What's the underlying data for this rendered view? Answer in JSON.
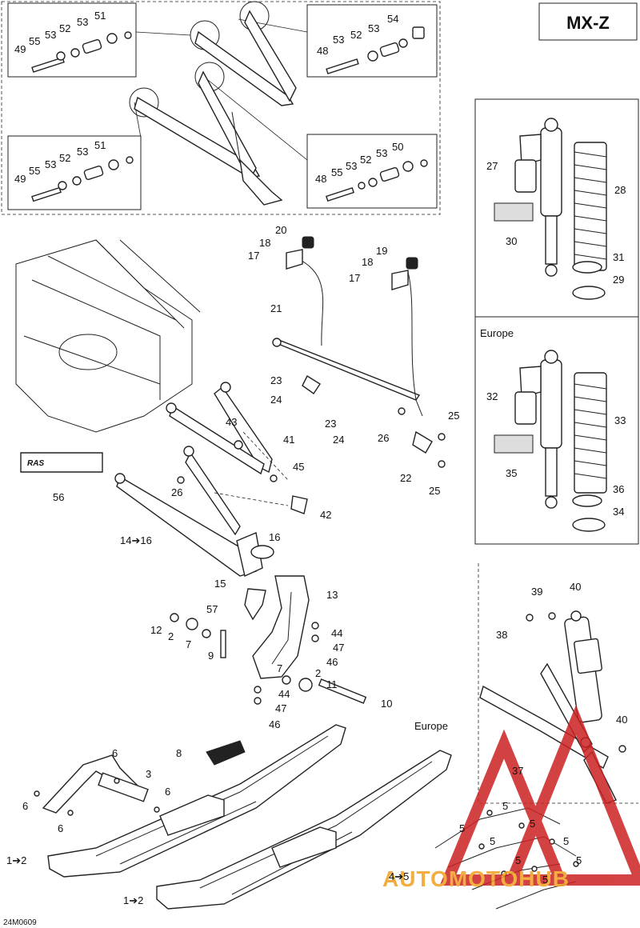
{
  "title": "MX-Z",
  "drawing_code": "24M0609",
  "watermark_text": "AUTOMOTOHUB",
  "europe_labels": [
    "Europe",
    "Europe"
  ],
  "part_labels": {
    "p1": "49",
    "p2": "55",
    "p3": "53",
    "p4": "52",
    "p5": "53",
    "p6": "51",
    "p7": "48",
    "p8": "53",
    "p9": "52",
    "p10": "53",
    "p11": "54",
    "p12": "49",
    "p13": "55",
    "p14": "53",
    "p15": "52",
    "p16": "53",
    "p17": "51",
    "p18": "48",
    "p19": "55",
    "p20": "53",
    "p21": "52",
    "p22": "53",
    "p23": "50",
    "p24": "27",
    "p25": "28",
    "p26": "30",
    "p27": "31",
    "p28": "29",
    "p29": "32",
    "p30": "33",
    "p31": "35",
    "p32": "36",
    "p33": "34",
    "p34": "20",
    "p35": "18",
    "p36": "17",
    "p37": "19",
    "p38": "18",
    "p39": "17",
    "p40": "21",
    "p41": "23",
    "p42": "24",
    "p43": "23",
    "p44": "24",
    "p45": "26",
    "p46": "25",
    "p47": "22",
    "p48": "25",
    "p49": "43",
    "p50": "41",
    "p51": "45",
    "p52": "56",
    "p53": "26",
    "p54": "42",
    "p55": "14➔16",
    "p56": "16",
    "p57": "15",
    "p58": "13",
    "p59": "57",
    "p60": "12",
    "p61": "2",
    "p62": "7",
    "p63": "9",
    "p64": "44",
    "p65": "47",
    "p66": "46",
    "p67": "7",
    "p68": "2",
    "p69": "11",
    "p70": "44",
    "p71": "47",
    "p72": "46",
    "p73": "10",
    "p74": "8",
    "p75": "6",
    "p76": "3",
    "p77": "6",
    "p78": "6",
    "p79": "6",
    "p80": "1➔2",
    "p81": "1➔2",
    "p82": "39",
    "p83": "40",
    "p84": "38",
    "p85": "40",
    "p86": "37",
    "p87": "4➔5",
    "p88": "5",
    "p89": "5",
    "p90": "5",
    "p91": "5",
    "p92": "5",
    "p93": "5",
    "p94": "5",
    "p95": "5"
  },
  "colors": {
    "watermark": "#cc2222",
    "watermark_orange": "#f0a020",
    "ink": "#222222"
  }
}
